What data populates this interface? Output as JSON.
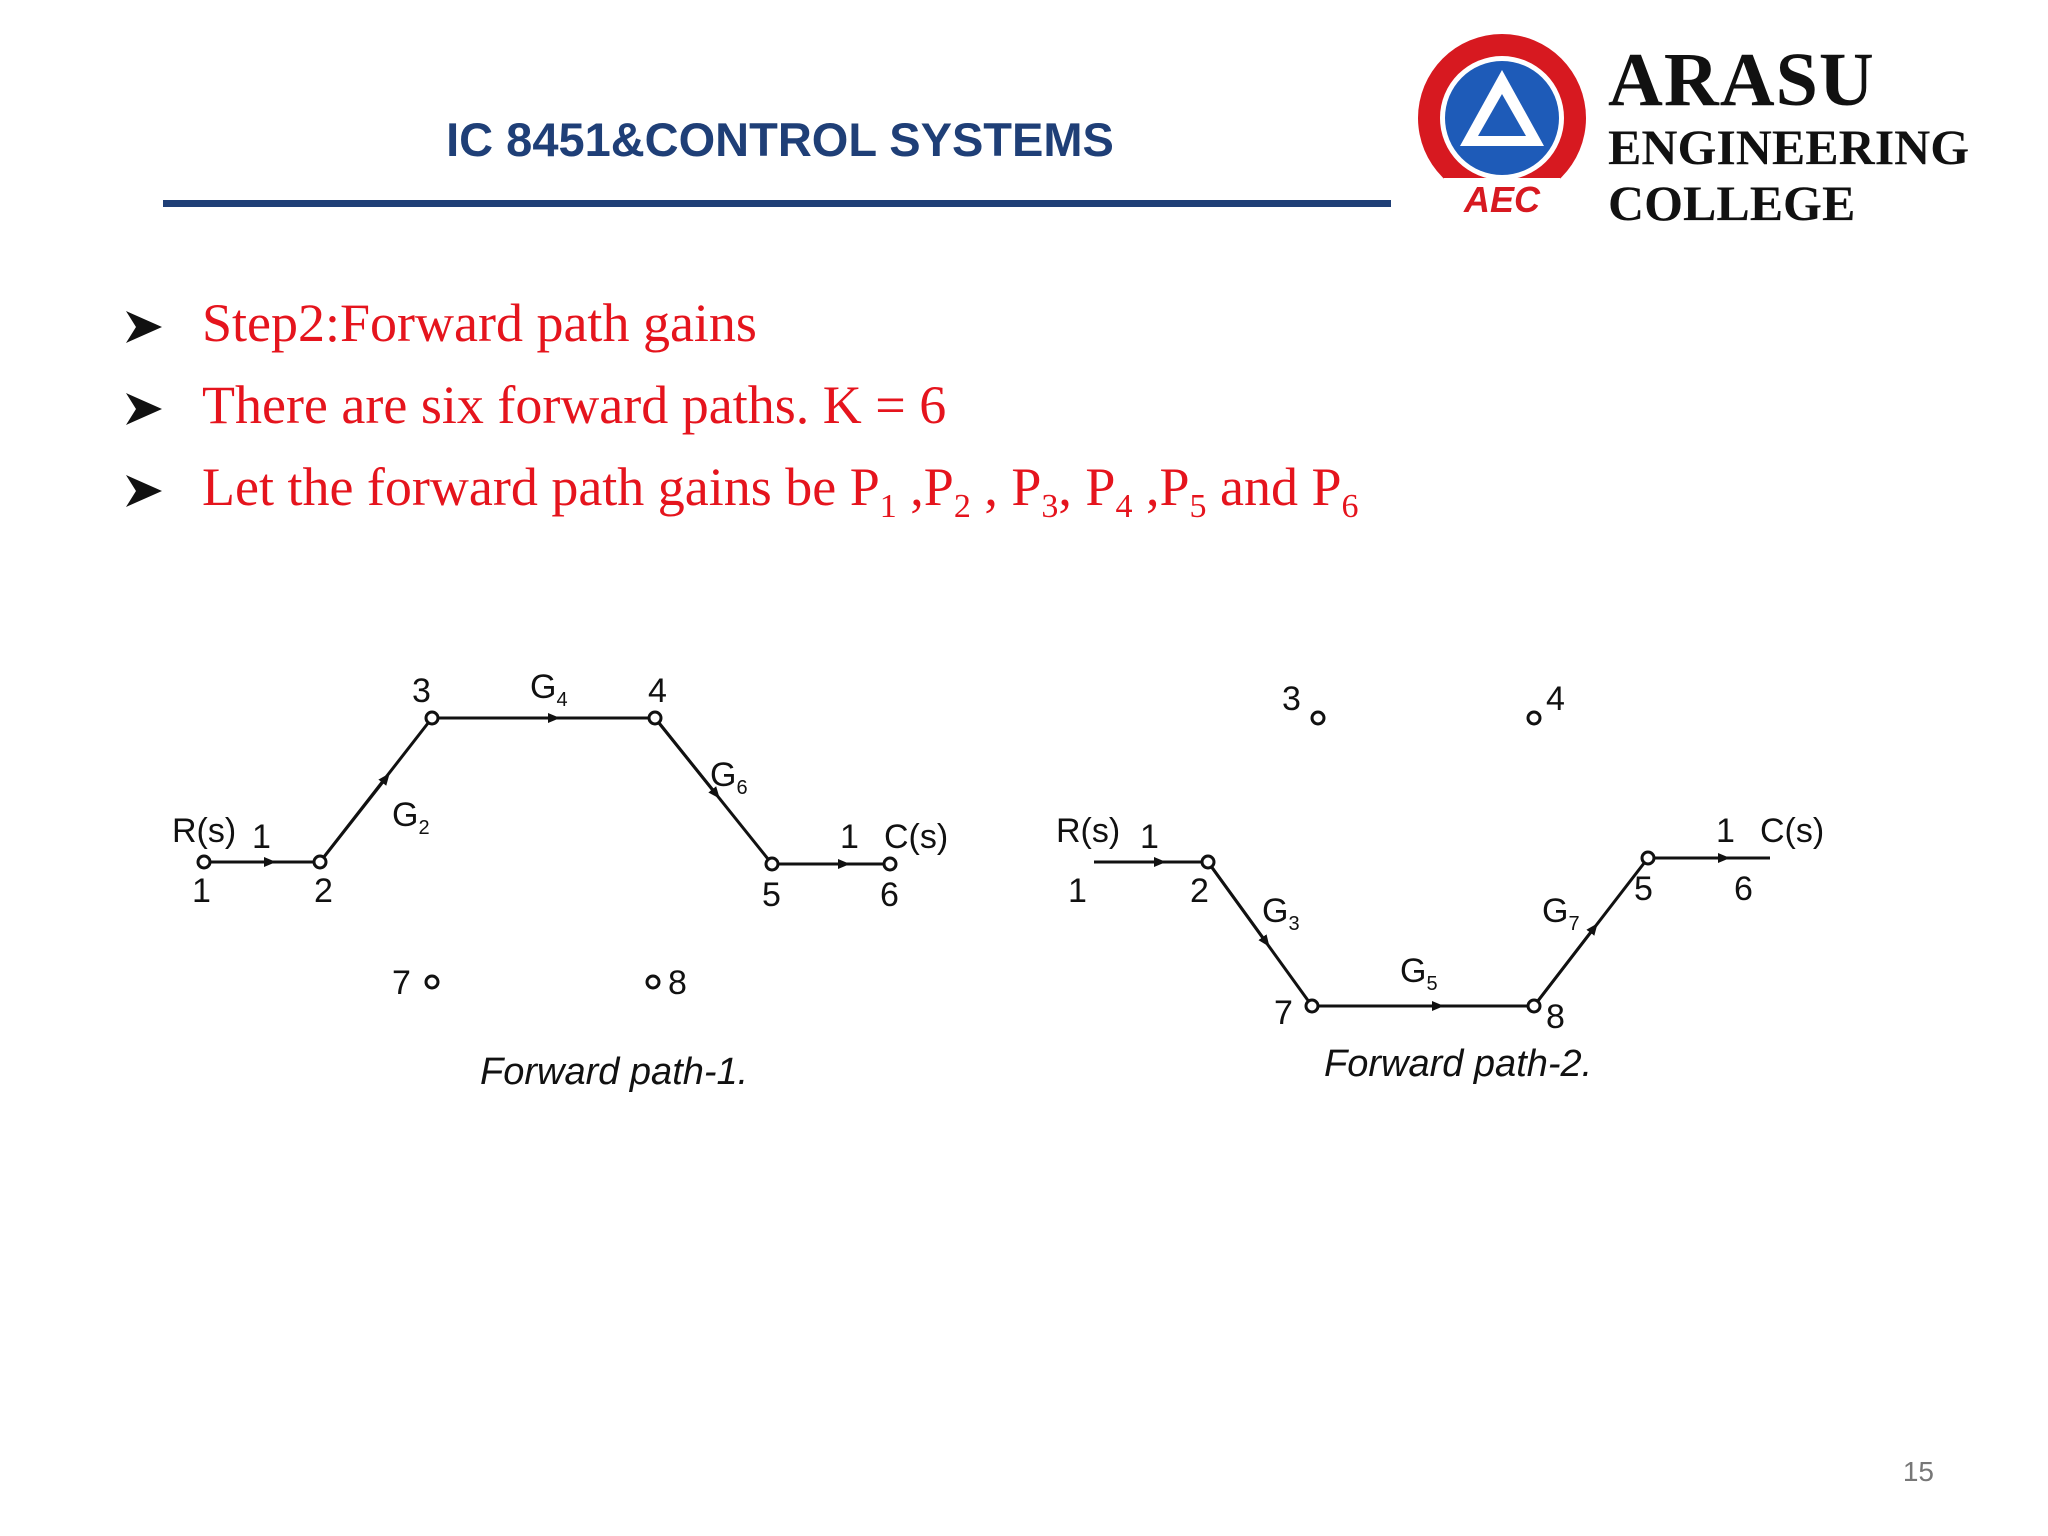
{
  "header": {
    "course_title": "IC 8451&CONTROL SYSTEMS",
    "logo_text": "ARASU ENGINEERING COLLEGE",
    "logo_abbr": "AEC",
    "brand_line1": "ARASU",
    "brand_line2": "ENGINEERING",
    "brand_line3": "COLLEGE"
  },
  "bullets": {
    "b1": "Step2:Forward path gains",
    "b2": "There are six forward paths. K = 6",
    "b3": {
      "pre": "Let the forward path gains be P",
      "s1": "1",
      "t1": " ,P",
      "s2": "2",
      "t2": " , P",
      "s3": "3",
      "t3": ", P",
      "s4": "4",
      "t4": " ,P",
      "s5": "5",
      "t5": " and P",
      "s6": "6"
    }
  },
  "diagrams": {
    "d1": {
      "caption": "Forward path-1.",
      "input": "R(s)",
      "output": "C(s)",
      "gains": {
        "g_in": "1",
        "g_out": "1",
        "g2": "G",
        "g2_sub": "2",
        "g4": "G",
        "g4_sub": "4",
        "g6": "G",
        "g6_sub": "6"
      },
      "nodes": {
        "n1": "1",
        "n2": "2",
        "n3": "3",
        "n4": "4",
        "n5": "5",
        "n6": "6",
        "n7": "7",
        "n8": "8"
      }
    },
    "d2": {
      "caption": "Forward path-2.",
      "input": "R(s)",
      "output": "C(s)",
      "gains": {
        "g_in": "1",
        "g_out": "1",
        "g3": "G",
        "g3_sub": "3",
        "g5": "G",
        "g5_sub": "5",
        "g7": "G",
        "g7_sub": "7"
      },
      "nodes": {
        "n1": "1",
        "n2": "2",
        "n3": "3",
        "n4": "4",
        "n5": "5",
        "n6": "6",
        "n7": "7",
        "n8": "8"
      }
    }
  },
  "footer": {
    "page_number": "15"
  },
  "colors": {
    "title_blue": "#1f3f77",
    "bullet_red": "#e5141d",
    "logo_red": "#d71920",
    "logo_blue": "#1e5bb8"
  }
}
